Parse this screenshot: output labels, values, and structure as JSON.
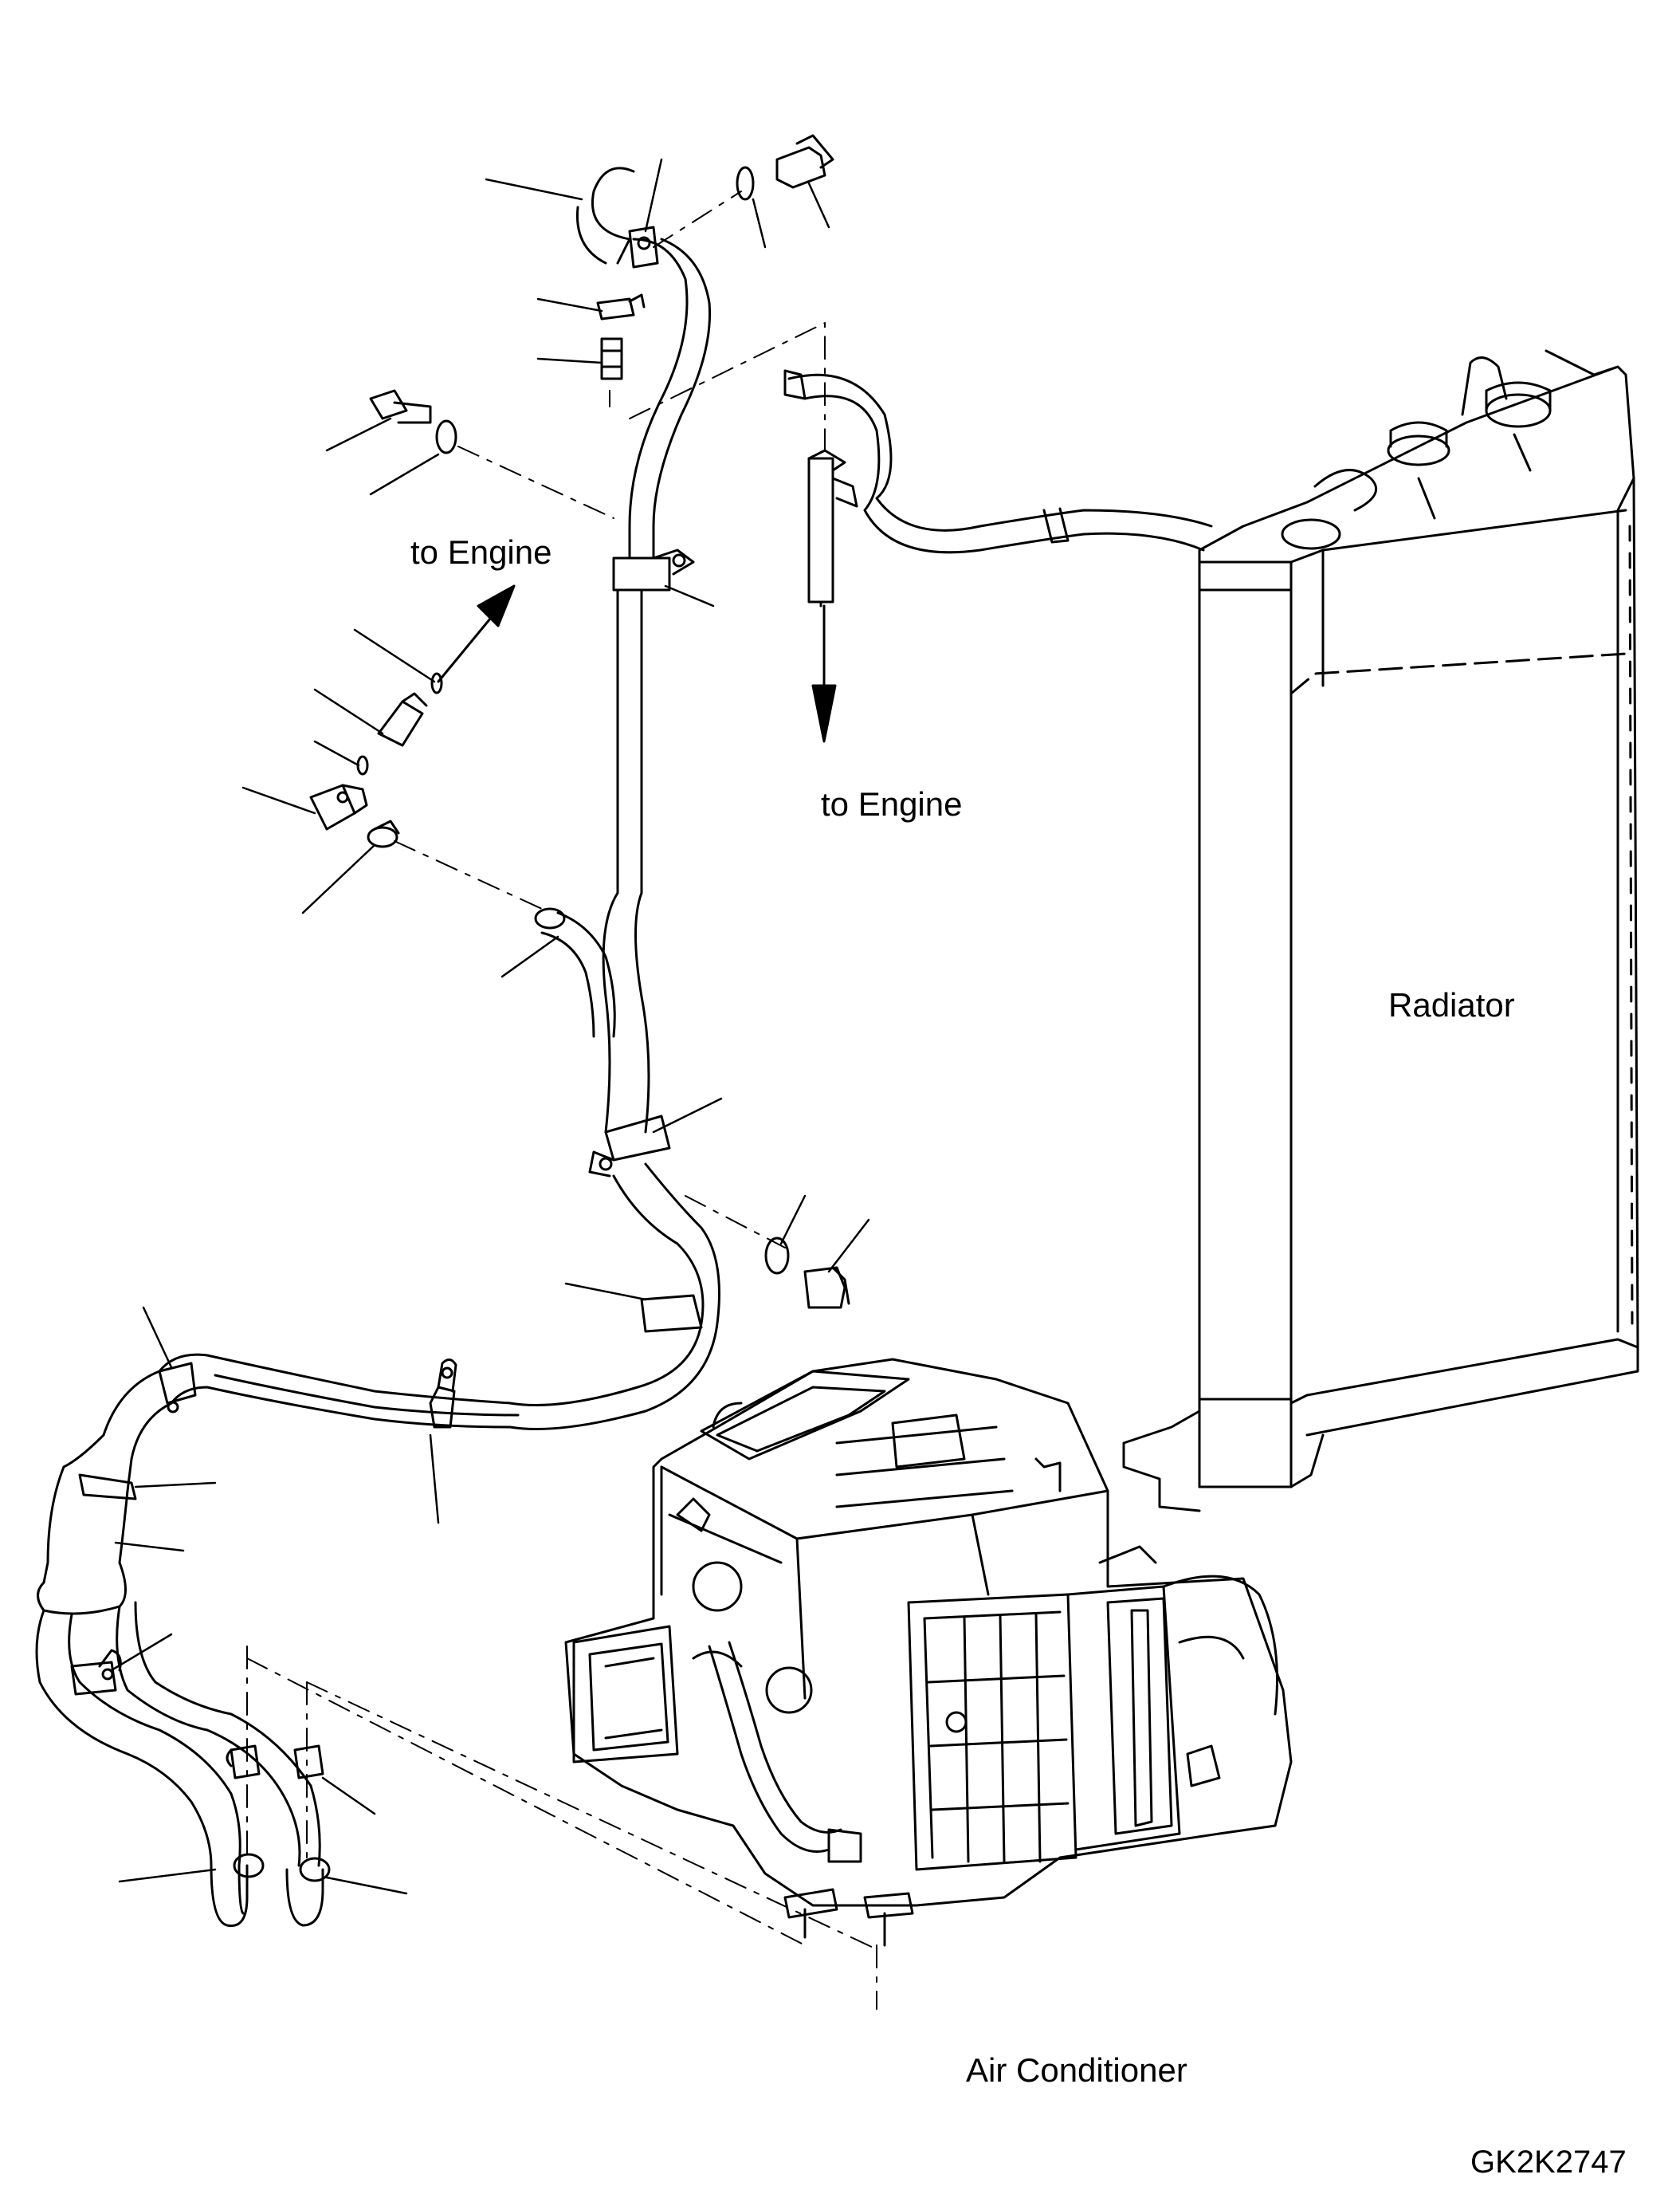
{
  "diagram": {
    "labels": {
      "to_engine_upper": "to Engine",
      "to_engine_lower": "to Engine",
      "radiator": "Radiator",
      "air_conditioner": "Air Conditioner",
      "drawing_code": "GK2K2747"
    }
  },
  "colors": {
    "line": "#000000",
    "background": "#ffffff"
  }
}
